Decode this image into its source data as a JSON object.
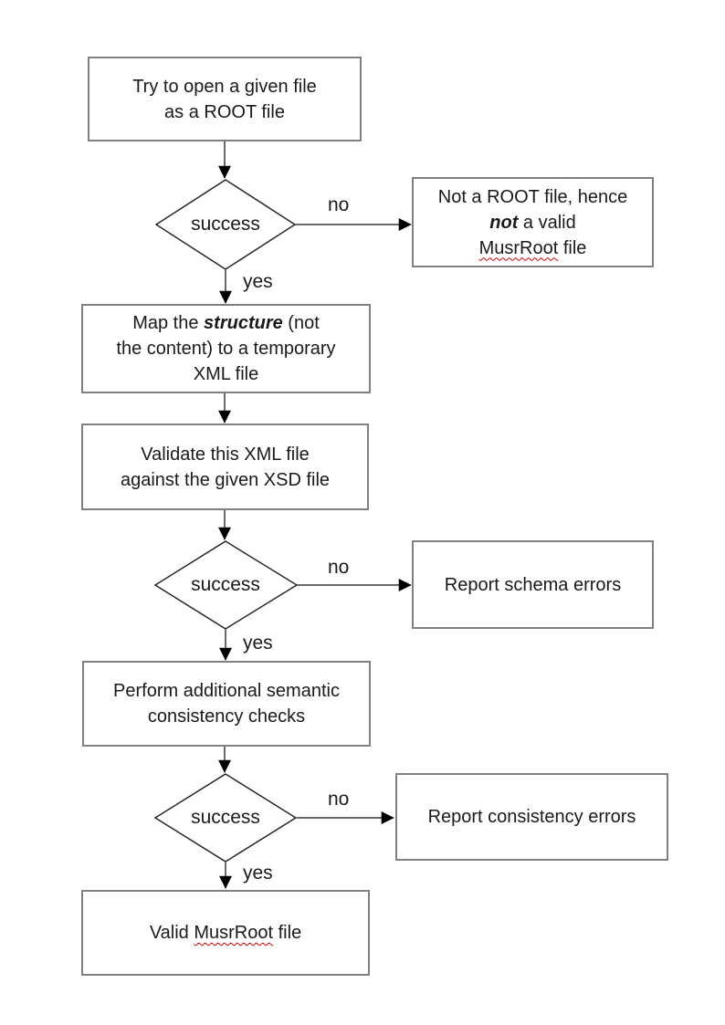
{
  "flowchart": {
    "nodes": {
      "open_file": {
        "type": "process",
        "segments": [
          {
            "t": "Try to open a given file"
          },
          {
            "br": true
          },
          {
            "t": "as a ROOT file"
          }
        ]
      },
      "decision1": {
        "type": "decision",
        "label": "success"
      },
      "not_root_file": {
        "type": "terminal",
        "segments": [
          {
            "t": "Not a ROOT file, hence"
          },
          {
            "br": true
          },
          {
            "t": "not",
            "s": "bi"
          },
          {
            "t": " a valid"
          },
          {
            "br": true
          },
          {
            "t": "MusrRoot",
            "s": "sq"
          },
          {
            "t": " file"
          }
        ]
      },
      "map_structure": {
        "type": "process",
        "segments": [
          {
            "t": "Map the "
          },
          {
            "t": "structure",
            "s": "bi"
          },
          {
            "t": " (not"
          },
          {
            "br": true
          },
          {
            "t": "the content) to a temporary"
          },
          {
            "br": true
          },
          {
            "t": "XML file"
          }
        ]
      },
      "validate_xml": {
        "type": "process",
        "segments": [
          {
            "t": "Validate this XML file"
          },
          {
            "br": true
          },
          {
            "t": "against the given XSD file"
          }
        ]
      },
      "decision2": {
        "type": "decision",
        "label": "success"
      },
      "report_schema_errors": {
        "type": "terminal",
        "segments": [
          {
            "t": "Report schema errors"
          }
        ]
      },
      "semantic_checks": {
        "type": "process",
        "segments": [
          {
            "t": "Perform additional semantic"
          },
          {
            "br": true
          },
          {
            "t": "consistency checks"
          }
        ]
      },
      "decision3": {
        "type": "decision",
        "label": "success"
      },
      "report_consistency_errors": {
        "type": "terminal",
        "segments": [
          {
            "t": "Report consistency errors"
          }
        ]
      },
      "valid_file": {
        "type": "terminal",
        "segments": [
          {
            "t": "Valid "
          },
          {
            "t": "MusrRoot",
            "s": "sq"
          },
          {
            "t": " file"
          }
        ]
      }
    },
    "edge_labels": {
      "no1": "no",
      "yes1": "yes",
      "no2": "no",
      "yes2": "yes",
      "no3": "no",
      "yes3": "yes"
    },
    "colors": {
      "background": "#ffffff",
      "box_border": "#7f7f7f",
      "diamond_stroke": "#1f1f1f",
      "connector_line": "#6a6a6a",
      "arrowhead": "#000000",
      "text": "#1a1a1a",
      "spellcheck_squiggle": "#cc0000"
    }
  }
}
